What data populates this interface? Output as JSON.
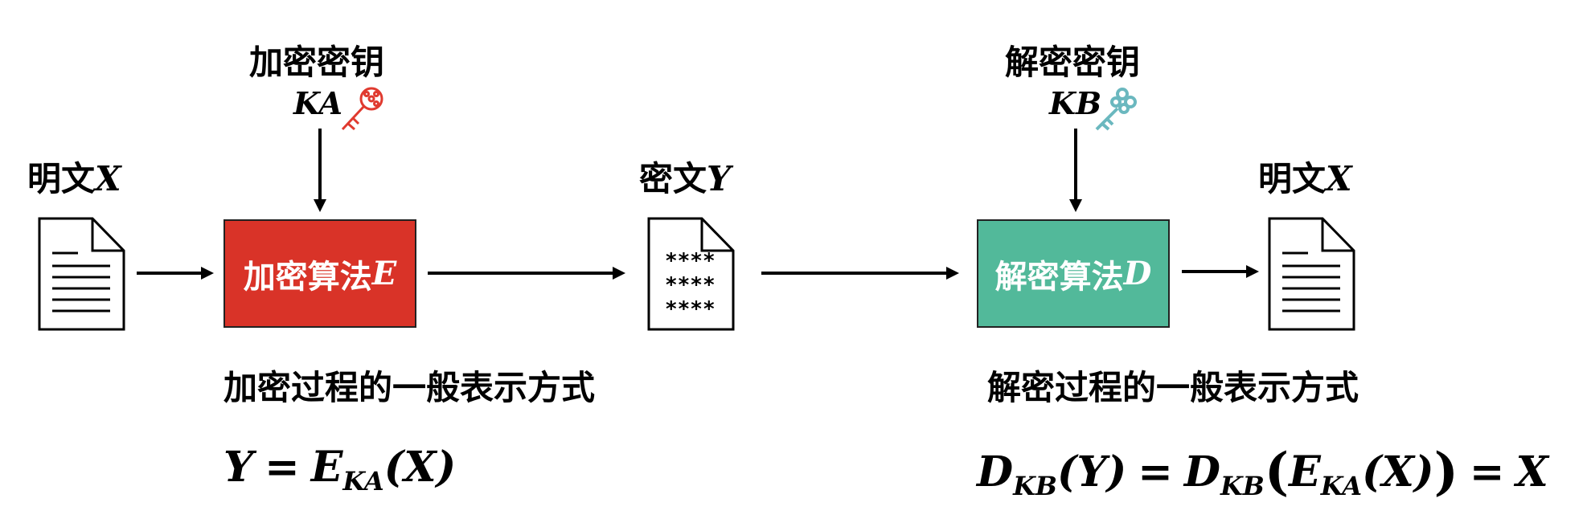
{
  "encryption": {
    "key_label": "加密密钥",
    "key_symbol": "KA",
    "key_color": "#e03a2f",
    "algorithm_label": "加密算法",
    "algorithm_symbol": "E",
    "box_color": "#d93328",
    "process_caption": "加密过程的一般表示方式",
    "formula": {
      "lhs": "Y",
      "eq": "=",
      "func": "E",
      "sub": "KA",
      "arg": "(X)"
    }
  },
  "decryption": {
    "key_label": "解密密钥",
    "key_symbol": "KB",
    "key_color": "#6bb8bf",
    "algorithm_label": "解密算法",
    "algorithm_symbol": "D",
    "box_color": "#52b99a",
    "process_caption": "解密过程的一般表示方式",
    "formula": {
      "func1": "D",
      "sub1": "KB",
      "arg1": "(Y)",
      "eq1": "=",
      "func2": "D",
      "sub2": "KB",
      "paren_open": "(",
      "func3": "E",
      "sub3": "KA",
      "arg3": "(X)",
      "paren_close": ")",
      "eq2": "=",
      "rhs": "X"
    }
  },
  "plaintext_in": {
    "label": "明文",
    "symbol": "X"
  },
  "ciphertext": {
    "label": "密文",
    "symbol": "Y",
    "lines": [
      "****",
      "****",
      "****"
    ]
  },
  "plaintext_out": {
    "label": "明文",
    "symbol": "X"
  }
}
